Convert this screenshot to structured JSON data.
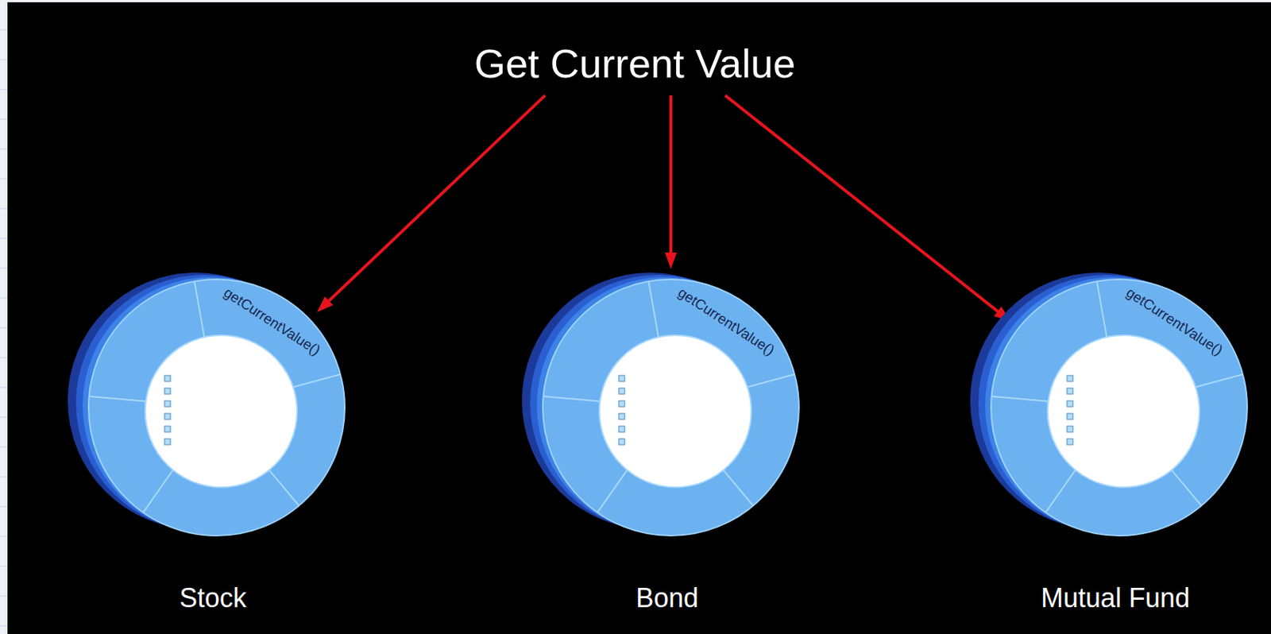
{
  "diagram": {
    "nodes": [
      {
        "text": [
          "Get Current Value"
        ]
      },
      {
        "text": [
          "getCurrentValue()",
          "Stock"
        ]
      },
      {
        "text": [
          "getCurrentValue()",
          "Bond"
        ]
      },
      {
        "text": [
          "getCurrentValue()",
          "Mutual Fund"
        ]
      }
    ],
    "edges": [
      {
        "from": 0,
        "to": 1,
        "arrow": "to"
      },
      {
        "from": 0,
        "to": 2,
        "arrow": "to"
      },
      {
        "from": 0,
        "to": 3,
        "arrow": "to"
      }
    ]
  }
}
